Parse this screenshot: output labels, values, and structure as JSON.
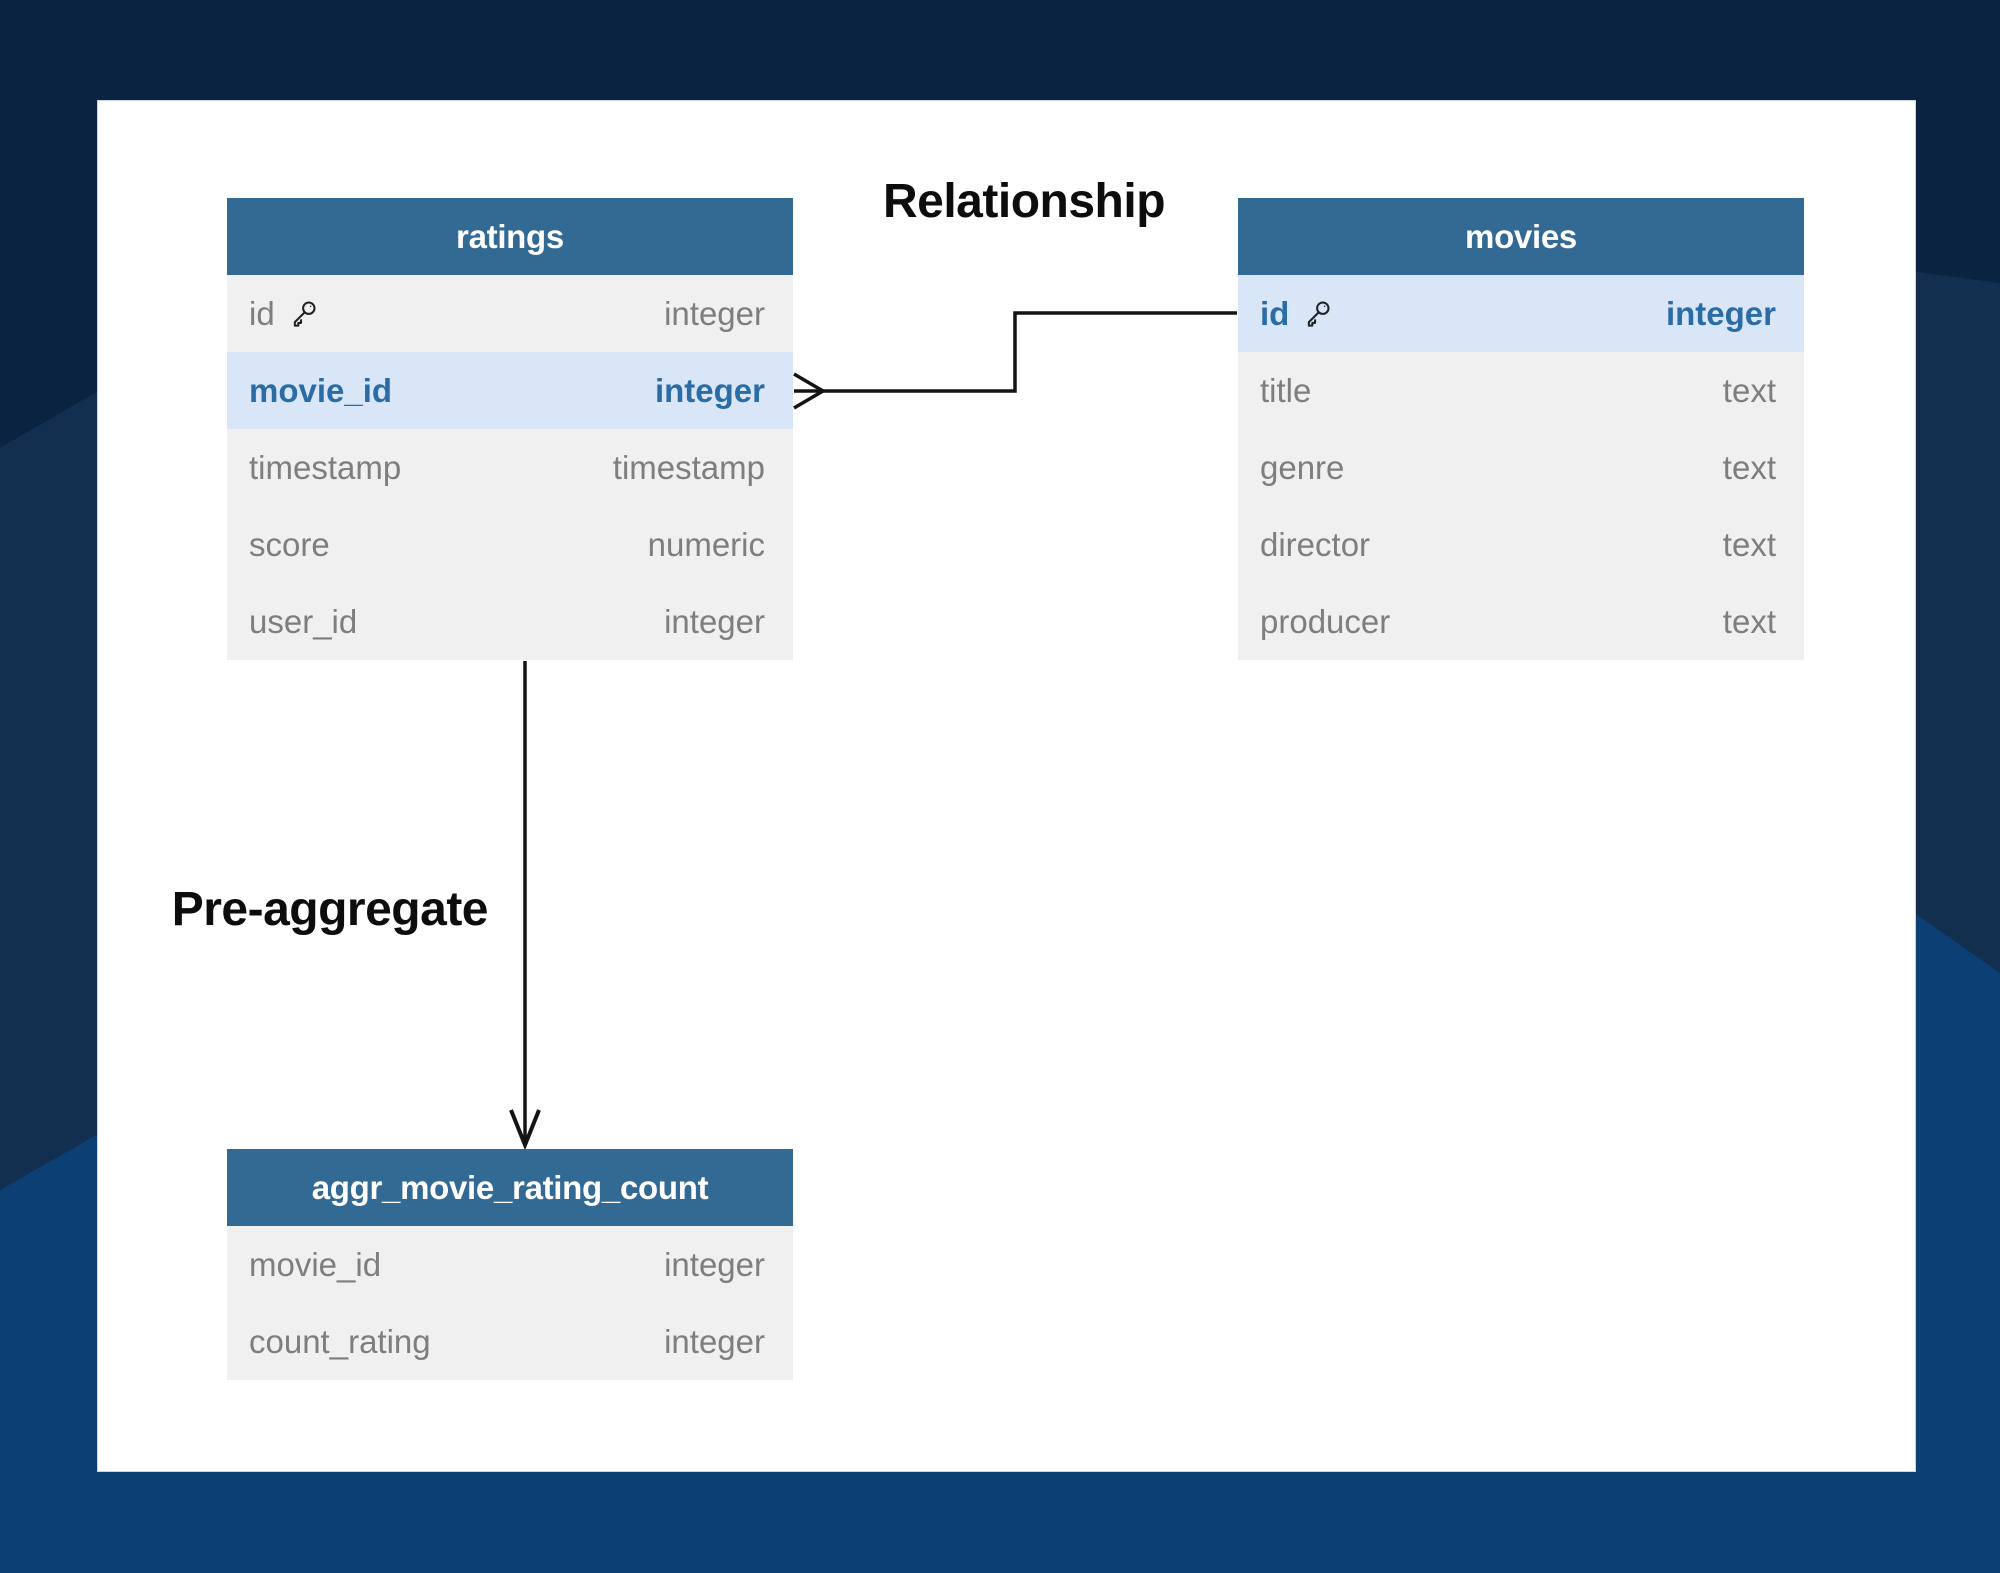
{
  "labels": {
    "relationship": "Relationship",
    "pre_aggregate": "Pre-aggregate"
  },
  "tables": [
    {
      "id": "ratings",
      "name": "ratings",
      "columns": [
        {
          "name": "id",
          "type": "integer",
          "key": true,
          "highlight": false
        },
        {
          "name": "movie_id",
          "type": "integer",
          "key": false,
          "highlight": true
        },
        {
          "name": "timestamp",
          "type": "timestamp",
          "key": false,
          "highlight": false
        },
        {
          "name": "score",
          "type": "numeric",
          "key": false,
          "highlight": false
        },
        {
          "name": "user_id",
          "type": "integer",
          "key": false,
          "highlight": false
        }
      ]
    },
    {
      "id": "movies",
      "name": "movies",
      "columns": [
        {
          "name": "id",
          "type": "integer",
          "key": true,
          "highlight": true
        },
        {
          "name": "title",
          "type": "text",
          "key": false,
          "highlight": false
        },
        {
          "name": "genre",
          "type": "text",
          "key": false,
          "highlight": false
        },
        {
          "name": "director",
          "type": "text",
          "key": false,
          "highlight": false
        },
        {
          "name": "producer",
          "type": "text",
          "key": false,
          "highlight": false
        }
      ]
    },
    {
      "id": "aggr",
      "name": "aggr_movie_rating_count",
      "columns": [
        {
          "name": "movie_id",
          "type": "integer",
          "key": false,
          "highlight": false
        },
        {
          "name": "count_rating",
          "type": "integer",
          "key": false,
          "highlight": false
        }
      ]
    }
  ],
  "connections": [
    {
      "label": "Relationship",
      "from": "ratings.movie_id",
      "to": "movies.id",
      "marker": "crows-foot-many"
    },
    {
      "label": "Pre-aggregate",
      "from": "ratings",
      "to": "aggr_movie_rating_count",
      "marker": "arrowhead"
    }
  ],
  "icons": {
    "key": "key-icon"
  },
  "colors": {
    "background_dark": "#0A2341",
    "background_mid": "#132F4F",
    "background_bright": "#0C3F74",
    "canvas": "#FFFFFF",
    "table_header": "#336A94",
    "table_header_text": "#FFFFFF",
    "row_background": "#F0F0F0",
    "row_text": "#7E7E7E",
    "highlight_row_background": "#D8E6F7",
    "highlight_text": "#2B6CA4",
    "connector": "#141414",
    "label_text": "#0D0D0D"
  }
}
